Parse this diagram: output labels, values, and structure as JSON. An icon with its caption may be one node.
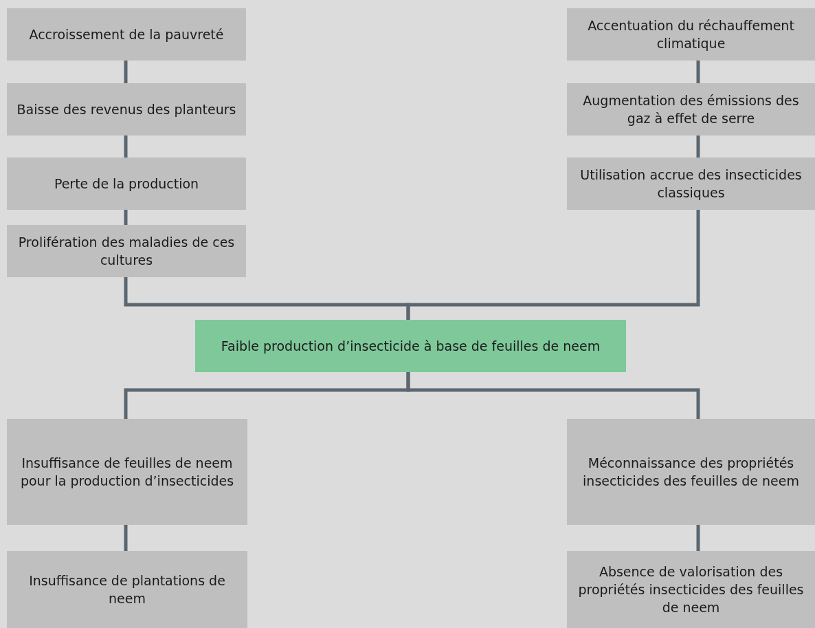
{
  "diagram": {
    "nodes": [
      {
        "text": [
          "Accroissement de la pauvreté"
        ]
      },
      {
        "text": [
          "Baisse des revenus des planteurs"
        ]
      },
      {
        "text": [
          "Perte de la production"
        ]
      },
      {
        "text": [
          "Prolifération des maladies de ces cultures"
        ]
      },
      {
        "text": [
          "Accentuation du réchauffement climatique"
        ]
      },
      {
        "text": [
          "Augmentation des émissions des gaz à effet de serre"
        ]
      },
      {
        "text": [
          "Utilisation accrue des insecticides classiques"
        ]
      },
      {
        "text": [
          "Faible production d’insecticide à base de feuilles de neem"
        ]
      },
      {
        "text": [
          "Insuffisance de feuilles de neem pour la production d’insecticides"
        ]
      },
      {
        "text": [
          "Méconnaissance des propriétés insecticides des feuilles de neem"
        ]
      },
      {
        "text": [
          "Insuffisance de plantations de neem"
        ]
      },
      {
        "text": [
          "Absence de valorisation des propriétés insecticides des feuilles de neem"
        ]
      }
    ],
    "edges": [
      {
        "from": 0,
        "to": 1,
        "arrow": "none"
      },
      {
        "from": 1,
        "to": 2,
        "arrow": "none"
      },
      {
        "from": 2,
        "to": 3,
        "arrow": "none"
      },
      {
        "from": 4,
        "to": 5,
        "arrow": "none"
      },
      {
        "from": 5,
        "to": 6,
        "arrow": "none"
      },
      {
        "from": 3,
        "to": 7,
        "arrow": "none"
      },
      {
        "from": 6,
        "to": 7,
        "arrow": "none"
      },
      {
        "from": 7,
        "to": 8,
        "arrow": "none"
      },
      {
        "from": 7,
        "to": 9,
        "arrow": "none"
      },
      {
        "from": 8,
        "to": 10,
        "arrow": "none"
      },
      {
        "from": 9,
        "to": 11,
        "arrow": "none"
      }
    ]
  }
}
